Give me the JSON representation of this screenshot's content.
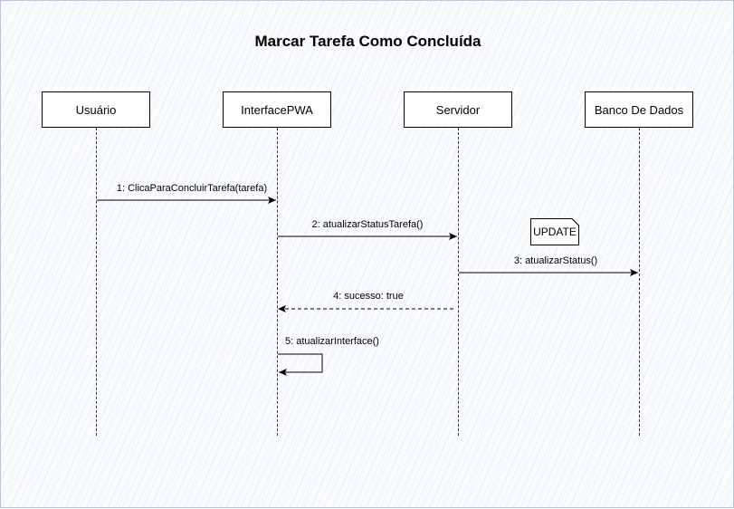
{
  "diagram": {
    "title": "Marcar Tarefa Como Concluída",
    "participants": [
      "Usuário",
      "InterfacePWA",
      "Servidor",
      "Banco De Dados"
    ],
    "messages": [
      {
        "label": "1: ClicaParaConcluirTarefa(tarefa)",
        "from": "Usuário",
        "to": "InterfacePWA",
        "style": "solid"
      },
      {
        "label": "2: atualizarStatusTarefa()",
        "from": "InterfacePWA",
        "to": "Servidor",
        "style": "solid"
      },
      {
        "label": "3: atualizarStatus()",
        "from": "Servidor",
        "to": "Banco De Dados",
        "style": "solid"
      },
      {
        "label": "4: sucesso: true",
        "from": "Servidor",
        "to": "InterfacePWA",
        "style": "dashed"
      },
      {
        "label": "5: atualizarInterface()",
        "from": "InterfacePWA",
        "to": "InterfacePWA",
        "style": "self"
      }
    ],
    "note": "UPDATE"
  }
}
